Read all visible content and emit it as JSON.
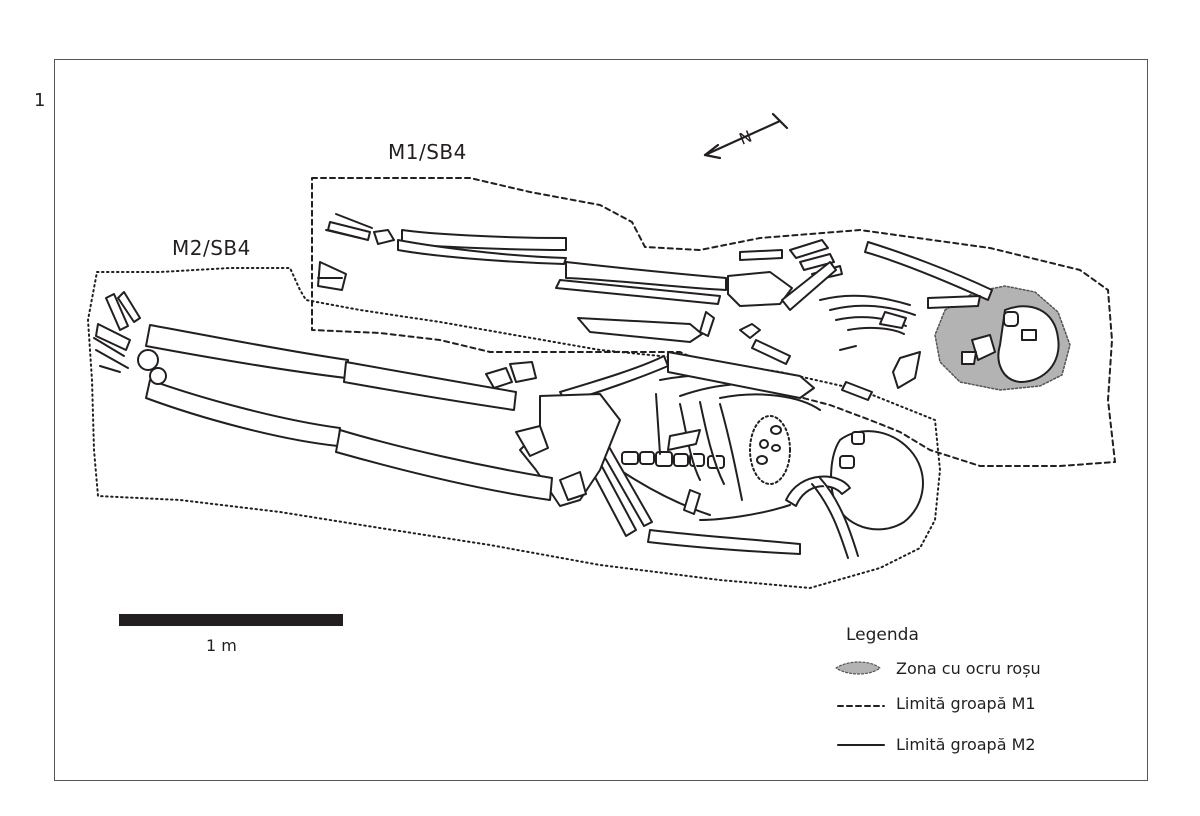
{
  "figure": {
    "number": "1"
  },
  "burials": {
    "m1_label": "M1/SB4",
    "m2_label": "M2/SB4"
  },
  "north_arrow": {
    "letter": "N"
  },
  "scale_bar": {
    "label": "1 m"
  },
  "legend": {
    "title": "Legenda",
    "items": [
      {
        "label": "Zona cu ocru roșu",
        "symbol": "grey-dotted-area"
      },
      {
        "label": "Limită groapă M1",
        "symbol": "dashed-line"
      },
      {
        "label": "Limită groapă M2",
        "symbol": "solid-line"
      }
    ]
  },
  "colors": {
    "ink": "#231f20",
    "ochre_zone": "#b3b3b3"
  }
}
